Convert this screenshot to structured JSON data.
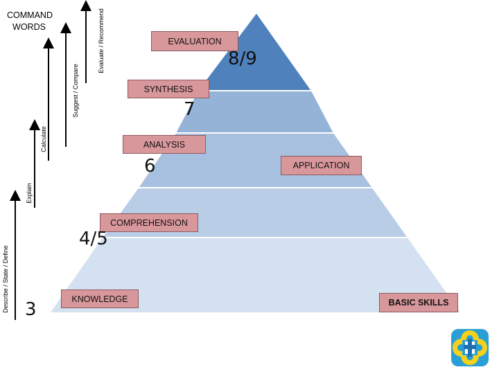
{
  "command_words": {
    "title": "COMMAND WORDS",
    "arrows": [
      {
        "label": "Describe / State / Define"
      },
      {
        "label": "Explain"
      },
      {
        "label": "Calculate"
      },
      {
        "label": "Suggest / Compare"
      },
      {
        "label": "Evaluate / Recommend"
      }
    ]
  },
  "levels": {
    "evaluation": "EVALUATION",
    "synthesis": "SYNTHESIS",
    "analysis": "ANALYSIS",
    "application": "APPLICATION",
    "comprehension": "COMPREHENSION",
    "knowledge": "KNOWLEDGE",
    "basic_skills": "BASIC SKILLS"
  },
  "grades": {
    "top": "8/9",
    "synthesis": "7",
    "analysis": "6",
    "comprehension": "4/5",
    "knowledge": "3"
  },
  "colors": {
    "tier_top": "#4f81bd",
    "tier_2": "#95b3d7",
    "tier_3": "#a7c0df",
    "tier_4": "#b9cde6",
    "tier_5": "#d4e1f0",
    "box_fill": "#d8979b"
  },
  "logo": {
    "icon": "cross-emblem-icon"
  }
}
